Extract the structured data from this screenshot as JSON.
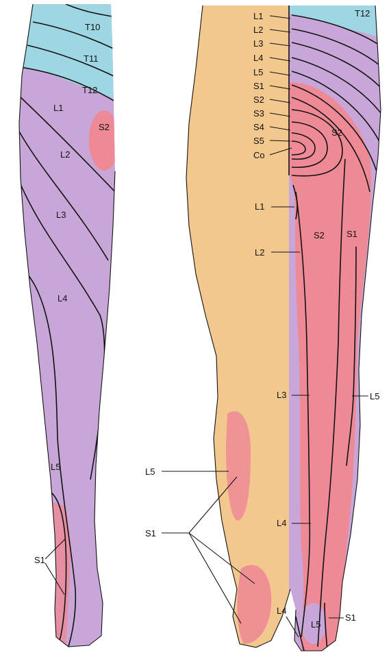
{
  "diagram": {
    "colors": {
      "thoracic": "#9ed6e3",
      "lumbar": "#c8a6d8",
      "sacral": "#ee8a95",
      "skin": "#f2c88f",
      "line": "#111111"
    },
    "front_leg": {
      "labels": [
        "T10",
        "T11",
        "T12",
        "L1",
        "S2",
        "L2",
        "L3",
        "L4",
        "L5",
        "S1"
      ]
    },
    "back_leg": {
      "spine_labels": [
        "L1",
        "L2",
        "L3",
        "L4",
        "L5",
        "S1",
        "S2",
        "S3",
        "S4",
        "S5",
        "Co"
      ],
      "top_label": "T12",
      "region_labels": [
        "S2",
        "S2",
        "S1"
      ],
      "side_labels": [
        "L1",
        "L2",
        "L3",
        "L5",
        "L4"
      ],
      "callout_labels": [
        "L5",
        "S1"
      ],
      "foot_labels": [
        "L4",
        "L5",
        "S1"
      ]
    }
  }
}
